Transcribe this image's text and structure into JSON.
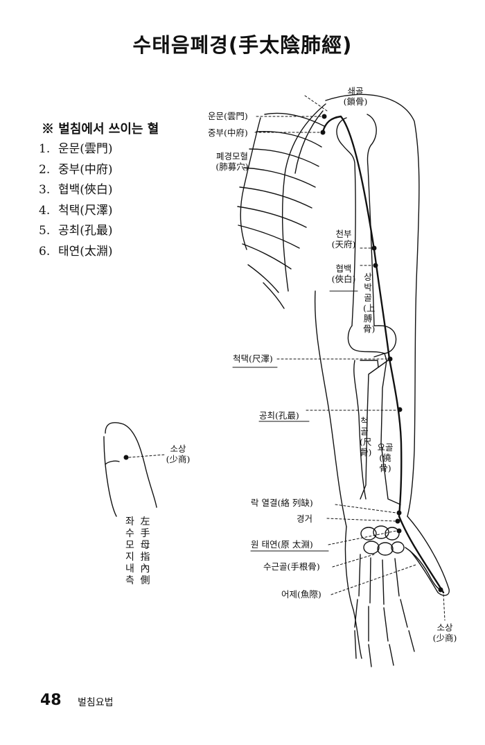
{
  "title": "수태음폐경(手太陰肺經)",
  "list": {
    "heading": "※ 벌침에서 쓰이는 혈",
    "items": [
      {
        "num": "1.",
        "text": "운문(雲門)"
      },
      {
        "num": "2.",
        "text": "중부(中府)"
      },
      {
        "num": "3.",
        "text": "협백(俠白)"
      },
      {
        "num": "4.",
        "text": "척택(尺澤)"
      },
      {
        "num": "5.",
        "text": "공최(孔最)"
      },
      {
        "num": "6.",
        "text": "태연(太淵)"
      }
    ]
  },
  "diagram": {
    "clavicle": {
      "name": "쇄골",
      "hanja": "(鎖骨)"
    },
    "unmun": "운문(雲門)",
    "jungbu": "중부(中府)",
    "lung_point": {
      "name": "폐경모혈",
      "hanja": "(肺募穴)"
    },
    "cheonbu": {
      "name": "천부",
      "hanja": "(天府)"
    },
    "hyeopbaek": {
      "name": "협백",
      "hanja": "(俠白)"
    },
    "humerus": "상박골(上膊骨)",
    "cheoktaek": "척택(尺澤)",
    "gongchoe": "공최(孔最)",
    "ulna": "척골(尺骨)",
    "radius": "요골(僥骨)",
    "yeolgyeol": "락 열결(絡 列缺)",
    "gyeonggeo": "경거",
    "taeyeon": "원 태연(原 太淵)",
    "carpal": "수근골(手根骨)",
    "eoje": "어제(魚際)",
    "sosang": {
      "name": "소상",
      "hanja": "(少商)"
    }
  },
  "thumb": {
    "sosang": {
      "name": "소상",
      "hanja": "(少商)"
    },
    "caption_hanja": "左手母指內側",
    "caption_korean": "좌수모지내측"
  },
  "footer": {
    "page": "48",
    "title": "벌침요법"
  }
}
